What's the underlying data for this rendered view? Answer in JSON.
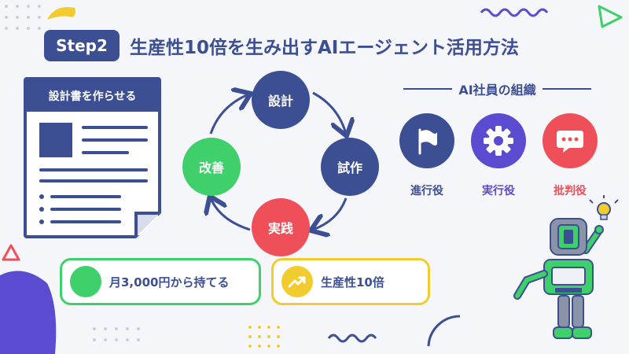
{
  "header": {
    "step_badge": "Step2",
    "title": "生産性10倍を生み出すAIエージェント活用方法"
  },
  "document_card": {
    "label": "設計書を作らせる"
  },
  "cycle": {
    "steps": [
      "設計",
      "試作",
      "実践",
      "改善"
    ]
  },
  "ai_org": {
    "title": "AI社員の組織",
    "roles": [
      {
        "label": "進行役",
        "icon": "flag-icon",
        "color": "#3d4f93"
      },
      {
        "label": "実行役",
        "icon": "gear-icon",
        "color": "#5b4bd0"
      },
      {
        "label": "批判役",
        "icon": "speech-bubble-icon",
        "color": "#ef4f58"
      }
    ]
  },
  "benefits": [
    {
      "label": "月3,000円から持てる",
      "color": "#3fcf6b"
    },
    {
      "label": "生産性10倍",
      "icon": "trend-up-icon",
      "color": "#f2cc2e"
    }
  ],
  "colors": {
    "navy": "#3d4f93",
    "purple": "#5b4bd0",
    "red": "#ef4f58",
    "green": "#3fcf6b",
    "yellow": "#f2cc2e",
    "background": "#f5f6fa"
  }
}
